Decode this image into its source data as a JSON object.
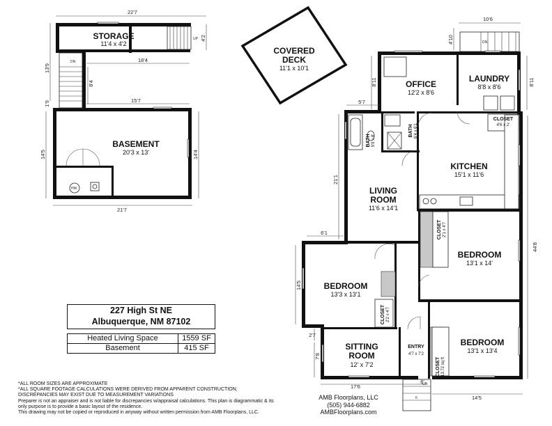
{
  "rooms": {
    "storage": {
      "name": "STORAGE",
      "dims": "11'4 x 4'2"
    },
    "basement": {
      "name": "BASEMENT",
      "dims": "20'3 x 13'"
    },
    "covered_deck": {
      "name1": "COVERED",
      "name2": "DECK",
      "dims": "11'1 x 10'1"
    },
    "office": {
      "name": "OFFICE",
      "dims": "12'2 x 8'6"
    },
    "laundry": {
      "name": "LAUNDRY",
      "dims": "8'8 x 8'6"
    },
    "closet_laundry": {
      "name": "CLOSET",
      "dims": "4'6 x 2'"
    },
    "bath1": {
      "name": "BATH",
      "dims": "5'9 x 8'"
    },
    "bath2": {
      "name": "BATH",
      "dims": "6'4 x 6'1"
    },
    "kitchen": {
      "name": "KITCHEN",
      "dims": "15'1 x 11'6"
    },
    "living_room": {
      "name1": "LIVING",
      "name2": "ROOM",
      "dims": "11'6 x 14'1"
    },
    "closet_bed1": {
      "name": "CLOSET",
      "dims": "2'1 x 4'7"
    },
    "bedroom1": {
      "name": "BEDROOM",
      "dims": "13'1 x 14'"
    },
    "bedroom2": {
      "name": "BEDROOM",
      "dims": "13'3 x 13'1"
    },
    "closet_bed2": {
      "name": "CLOSET",
      "dims": "2'2 x 4'7"
    },
    "sitting_room": {
      "name1": "SITTING",
      "name2": "ROOM",
      "dims": "12' x 7'2"
    },
    "entry": {
      "name": "ENTRY",
      "dims": "4'7 x 7'2"
    },
    "bedroom3": {
      "name": "BEDROOM",
      "dims": "13'1 x 13'4"
    },
    "closet_bed3": {
      "name": "CLOSET",
      "dims": "13.72 sq ft"
    }
  },
  "dimensions": {
    "base_top": "22'7",
    "base_mid": "18'4",
    "base_lower": "15'7",
    "base_bottom": "21'7",
    "base_left_upper": "13'9",
    "base_left_small": "1'9",
    "base_left_lower": "14'5",
    "base_right": "14'4",
    "stair_side": "8'4",
    "storage_right": "4'2",
    "main_top": "10'6",
    "main_stair": "4'10",
    "office_left": "8'11",
    "laundry_right": "8'11",
    "bath_top": "5'7",
    "living_left": "21'1",
    "bedroom_step": "6'1",
    "right_total": "44'8",
    "bedroom2_left": "14'5",
    "sitting_left_small": "2'7",
    "sitting_left": "7'8",
    "main_bottom_left": "17'6",
    "main_bottom_small": "6'",
    "main_bottom_right": "14'5"
  },
  "labels": {
    "dn": "DN",
    "up": "UP",
    "hw": "HW",
    "stair_ticks": "6"
  },
  "address": {
    "line1": "227 High St NE",
    "line2": "Albuquerque, NM 87102"
  },
  "square_footage": [
    {
      "label": "Heated Living Space",
      "value": "1559 SF"
    },
    {
      "label": "Basement",
      "value": "415 SF"
    }
  ],
  "notes": [
    "*ALL ROOM SIZES ARE APPROXIMATE",
    "*ALL SQUARE FOOTAGE CALCULATIONS WERE DERIVED FROM APPARENT CONSTRUCTION;",
    "DISCREPANCIES MAY EXIST DUE TO MEASUREMENT VARIATIONS",
    "Preparer is not an appraiser and is not liable for discrepancies w/appraisal calculations.  This plan is diagrammatic & its",
    "only purpose is to provide a basic layout of the residence.",
    "This drawing may not be copied or reproduced in anyway without written permission from AMB Floorplans, LLC."
  ],
  "credit": {
    "company": "AMB Floorplans, LLC",
    "phone": "(505) 944-6882",
    "web": "AMBFloorplans.com"
  }
}
